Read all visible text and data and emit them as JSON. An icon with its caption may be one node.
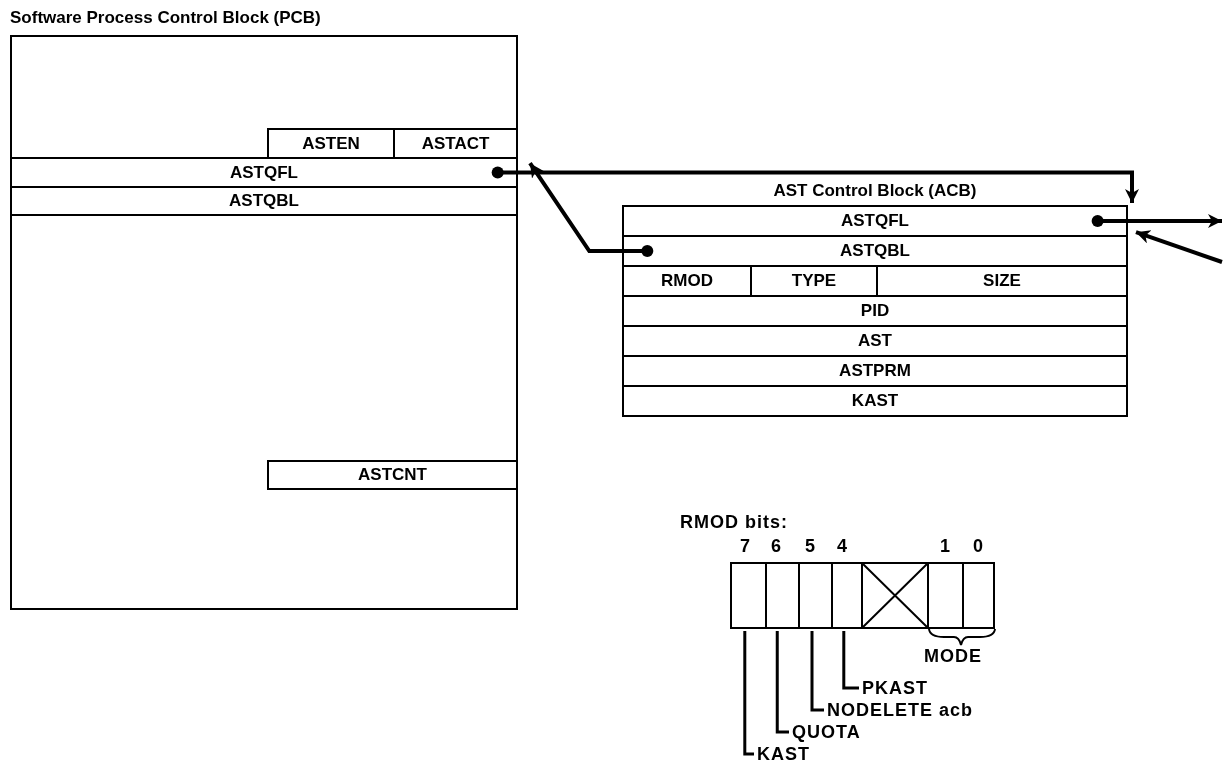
{
  "diagram": {
    "nodes": [
      {
        "text": [
          "Software Process Control Block (PCB)"
        ]
      },
      {
        "text": [
          "ASTEN"
        ],
        "in": 0
      },
      {
        "text": [
          "ASTACT"
        ],
        "in": 0
      },
      {
        "text": [
          "ASTQFL"
        ],
        "in": 0
      },
      {
        "text": [
          "ASTQBL"
        ],
        "in": 0
      },
      {
        "text": [
          "ASTCNT"
        ],
        "in": 0
      },
      {
        "text": [
          "AST Control Block (ACB)"
        ]
      },
      {
        "text": [
          "ASTQFL"
        ],
        "in": 6
      },
      {
        "text": [
          "ASTQBL"
        ],
        "in": 6
      },
      {
        "text": [
          "RMOD"
        ],
        "in": 6
      },
      {
        "text": [
          "TYPE"
        ],
        "in": 6
      },
      {
        "text": [
          "SIZE"
        ],
        "in": 6
      },
      {
        "text": [
          "PID"
        ],
        "in": 6
      },
      {
        "text": [
          "AST"
        ],
        "in": 6
      },
      {
        "text": [
          "ASTPRM"
        ],
        "in": 6
      },
      {
        "text": [
          "KAST"
        ],
        "in": 6
      },
      {
        "text": [],
        "shape": "box"
      },
      {
        "text": [],
        "shape": "box"
      },
      {
        "text": [],
        "shape": "box"
      },
      {
        "text": [],
        "shape": "box"
      },
      {
        "text": [],
        "shape": "box"
      },
      {
        "text": [],
        "shape": "box"
      },
      {
        "text": [],
        "shape": "box"
      },
      {
        "text": [
          "PKAST"
        ]
      },
      {
        "text": [
          "NODELETE acb"
        ]
      },
      {
        "text": [
          "QUOTA"
        ]
      },
      {
        "text": [
          "KAST"
        ]
      }
    ],
    "edges": [
      {
        "from": 3,
        "to": 7,
        "arrow": "to"
      },
      {
        "from": 8,
        "to": 3,
        "arrow": "to"
      },
      {
        "from": 7,
        "to": null,
        "arrow": "to"
      },
      {
        "from": null,
        "to": 7,
        "arrow": "to"
      },
      {
        "from": 16,
        "to": 26,
        "arrow": "none"
      },
      {
        "from": 17,
        "to": 25,
        "arrow": "none"
      },
      {
        "from": 18,
        "to": 24,
        "arrow": "none"
      },
      {
        "from": 19,
        "to": 23,
        "arrow": "none"
      }
    ],
    "labels": [
      "RMOD bits:",
      "7",
      "6",
      "5",
      "4",
      "1",
      "0",
      "MODE"
    ]
  }
}
